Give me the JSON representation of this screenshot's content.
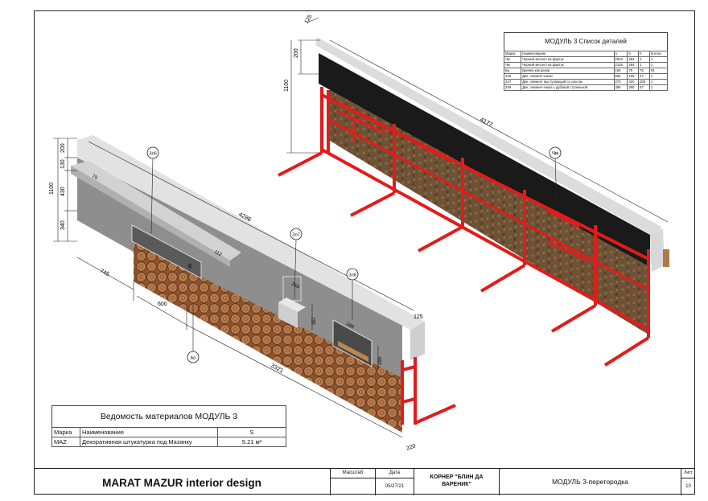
{
  "title_block": {
    "studio": "MARAT MAZUR interior design",
    "scale_label": "Масштаб",
    "date_label": "Дата",
    "date_value": "05/27/21",
    "project": "КОРНЕР \"БЛИН ДА ВАРЕНИК\"",
    "drawing": "МОДУЛЬ 3-перегородка",
    "sheet_label": "Лист",
    "sheet_value": "10"
  },
  "parts_list": {
    "title": "МОДУЛЬ 3 Список деталей",
    "headers": [
      "Марка",
      "Наименование",
      "a",
      "b",
      "h",
      "Кол-во"
    ],
    "rows": [
      [
        "Чм",
        "Черный металл на фартук",
        "2033",
        "284",
        "1",
        "1"
      ],
      [
        "Чм",
        "Черный металл на фартук",
        "2138",
        "284",
        "1",
        "1"
      ],
      [
        "Бр",
        "Бревно как декор",
        "150",
        "75",
        "75",
        "94"
      ],
      [
        "Зл6",
        "Дек. элемент-шели",
        "660",
        "185",
        "47",
        "1"
      ],
      [
        "Зл7",
        "Дек. элемент выступающий со скосом",
        "270",
        "420",
        "205",
        "1"
      ],
      [
        "Зл8",
        "Дек. элемент-ниша с дубовой ступенькой",
        "385",
        "290",
        "87",
        "1"
      ]
    ]
  },
  "materials": {
    "title": "Ведомость материалов МОДУЛЬ 3",
    "headers": [
      "Марка",
      "Наименование",
      "S"
    ],
    "rows": [
      [
        "MAZ",
        "Декоративная штукатурка под Мазанку",
        "5.21 м²"
      ]
    ]
  },
  "callouts": {
    "el6": "Зл6",
    "el7": "Зл7",
    "el8": "Зл8",
    "log": "Бр",
    "metal": "Чм"
  },
  "dimensions": {
    "front_total_h": "1100",
    "front_h1": "200",
    "front_h2": "130",
    "front_h3": "430",
    "front_h4": "340",
    "front_len": "4286",
    "front_bottom_len": "3321",
    "front_left": "745",
    "front_600": "600",
    "front_depth_top": "125",
    "front_depth_bottom": "220",
    "shelf_75": "75",
    "shelf_112": "112",
    "niche7_w": "210",
    "niche7_h": "357",
    "niche8_w": "285",
    "niche8_h": "290",
    "slot_h": "30",
    "back_total_h": "1100",
    "back_top_h": "200",
    "back_depth": "125",
    "back_len": "4177"
  },
  "colors": {
    "frame_red": "#e31b1b",
    "plaster": "#8e8e8e",
    "plaster_top": "#e2e2e2",
    "metal_black": "#1a1a1a",
    "back_wall": "#7a5c3c",
    "log": "#a0643a"
  }
}
